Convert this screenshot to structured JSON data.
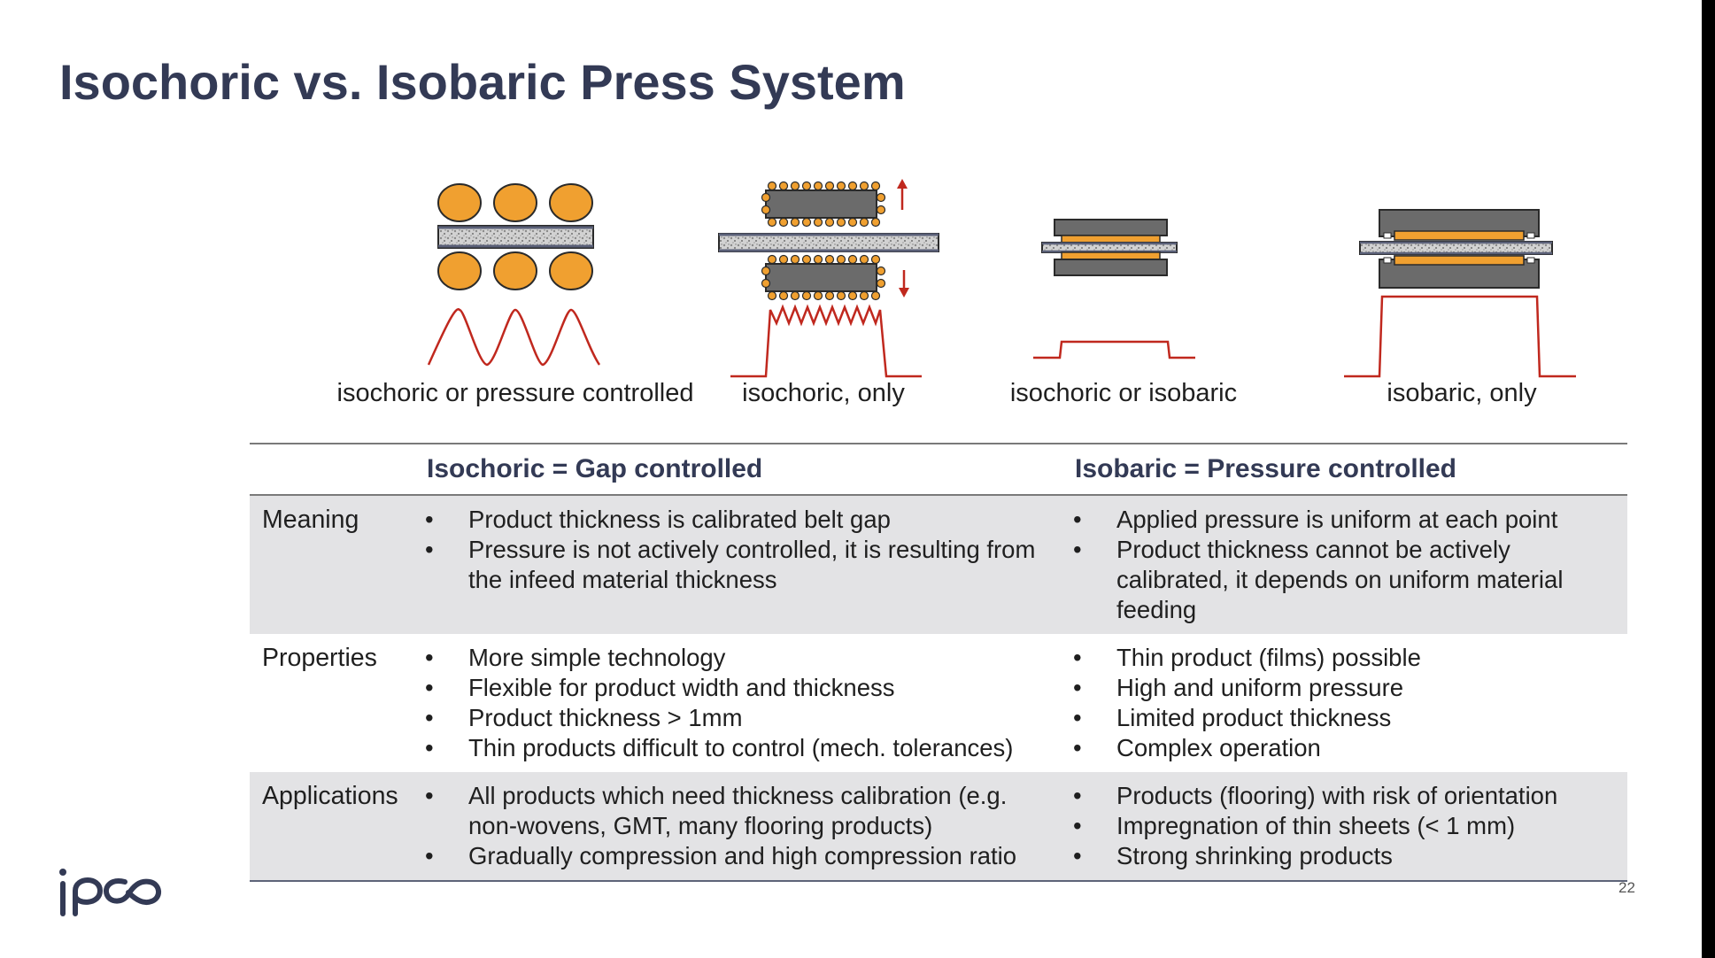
{
  "title": "Isochoric vs. Isobaric Press System",
  "colors": {
    "title": "#333a55",
    "roller": "#f0a030",
    "plate": "#6b6b6b",
    "curve": "#c0281e",
    "row_shade": "#e3e3e5"
  },
  "diagrams": [
    {
      "caption": "isochoric or pressure controlled"
    },
    {
      "caption": "isochoric, only"
    },
    {
      "caption": "isochoric or isobaric"
    },
    {
      "caption": "isobaric, only"
    }
  ],
  "table": {
    "headers": [
      "",
      "Isochoric = Gap controlled",
      "Isobaric = Pressure controlled"
    ],
    "rows": [
      {
        "label": "Meaning",
        "isochoric": [
          "Product thickness is calibrated belt gap",
          "Pressure is not actively controlled, it is resulting from the infeed material thickness"
        ],
        "isobaric": [
          "Applied pressure is uniform at each point",
          "Product thickness cannot be actively calibrated, it depends on uniform material feeding"
        ]
      },
      {
        "label": "Properties",
        "isochoric": [
          "More simple technology",
          "Flexible for product width and thickness",
          "Product thickness > 1mm",
          "Thin products difficult to control (mech. tolerances)"
        ],
        "isobaric": [
          "Thin product (films) possible",
          "High and uniform pressure",
          "Limited product thickness",
          "Complex operation"
        ]
      },
      {
        "label": "Applications",
        "isochoric": [
          "All products which need thickness calibration (e.g. non-wovens, GMT, many flooring products)",
          "Gradually compression and high compression ratio"
        ],
        "isobaric": [
          "Products (flooring) with risk of orientation",
          "Impregnation of thin sheets (< 1 mm)",
          "Strong shrinking products"
        ]
      }
    ]
  },
  "logo": "ipco",
  "page_number": "22"
}
